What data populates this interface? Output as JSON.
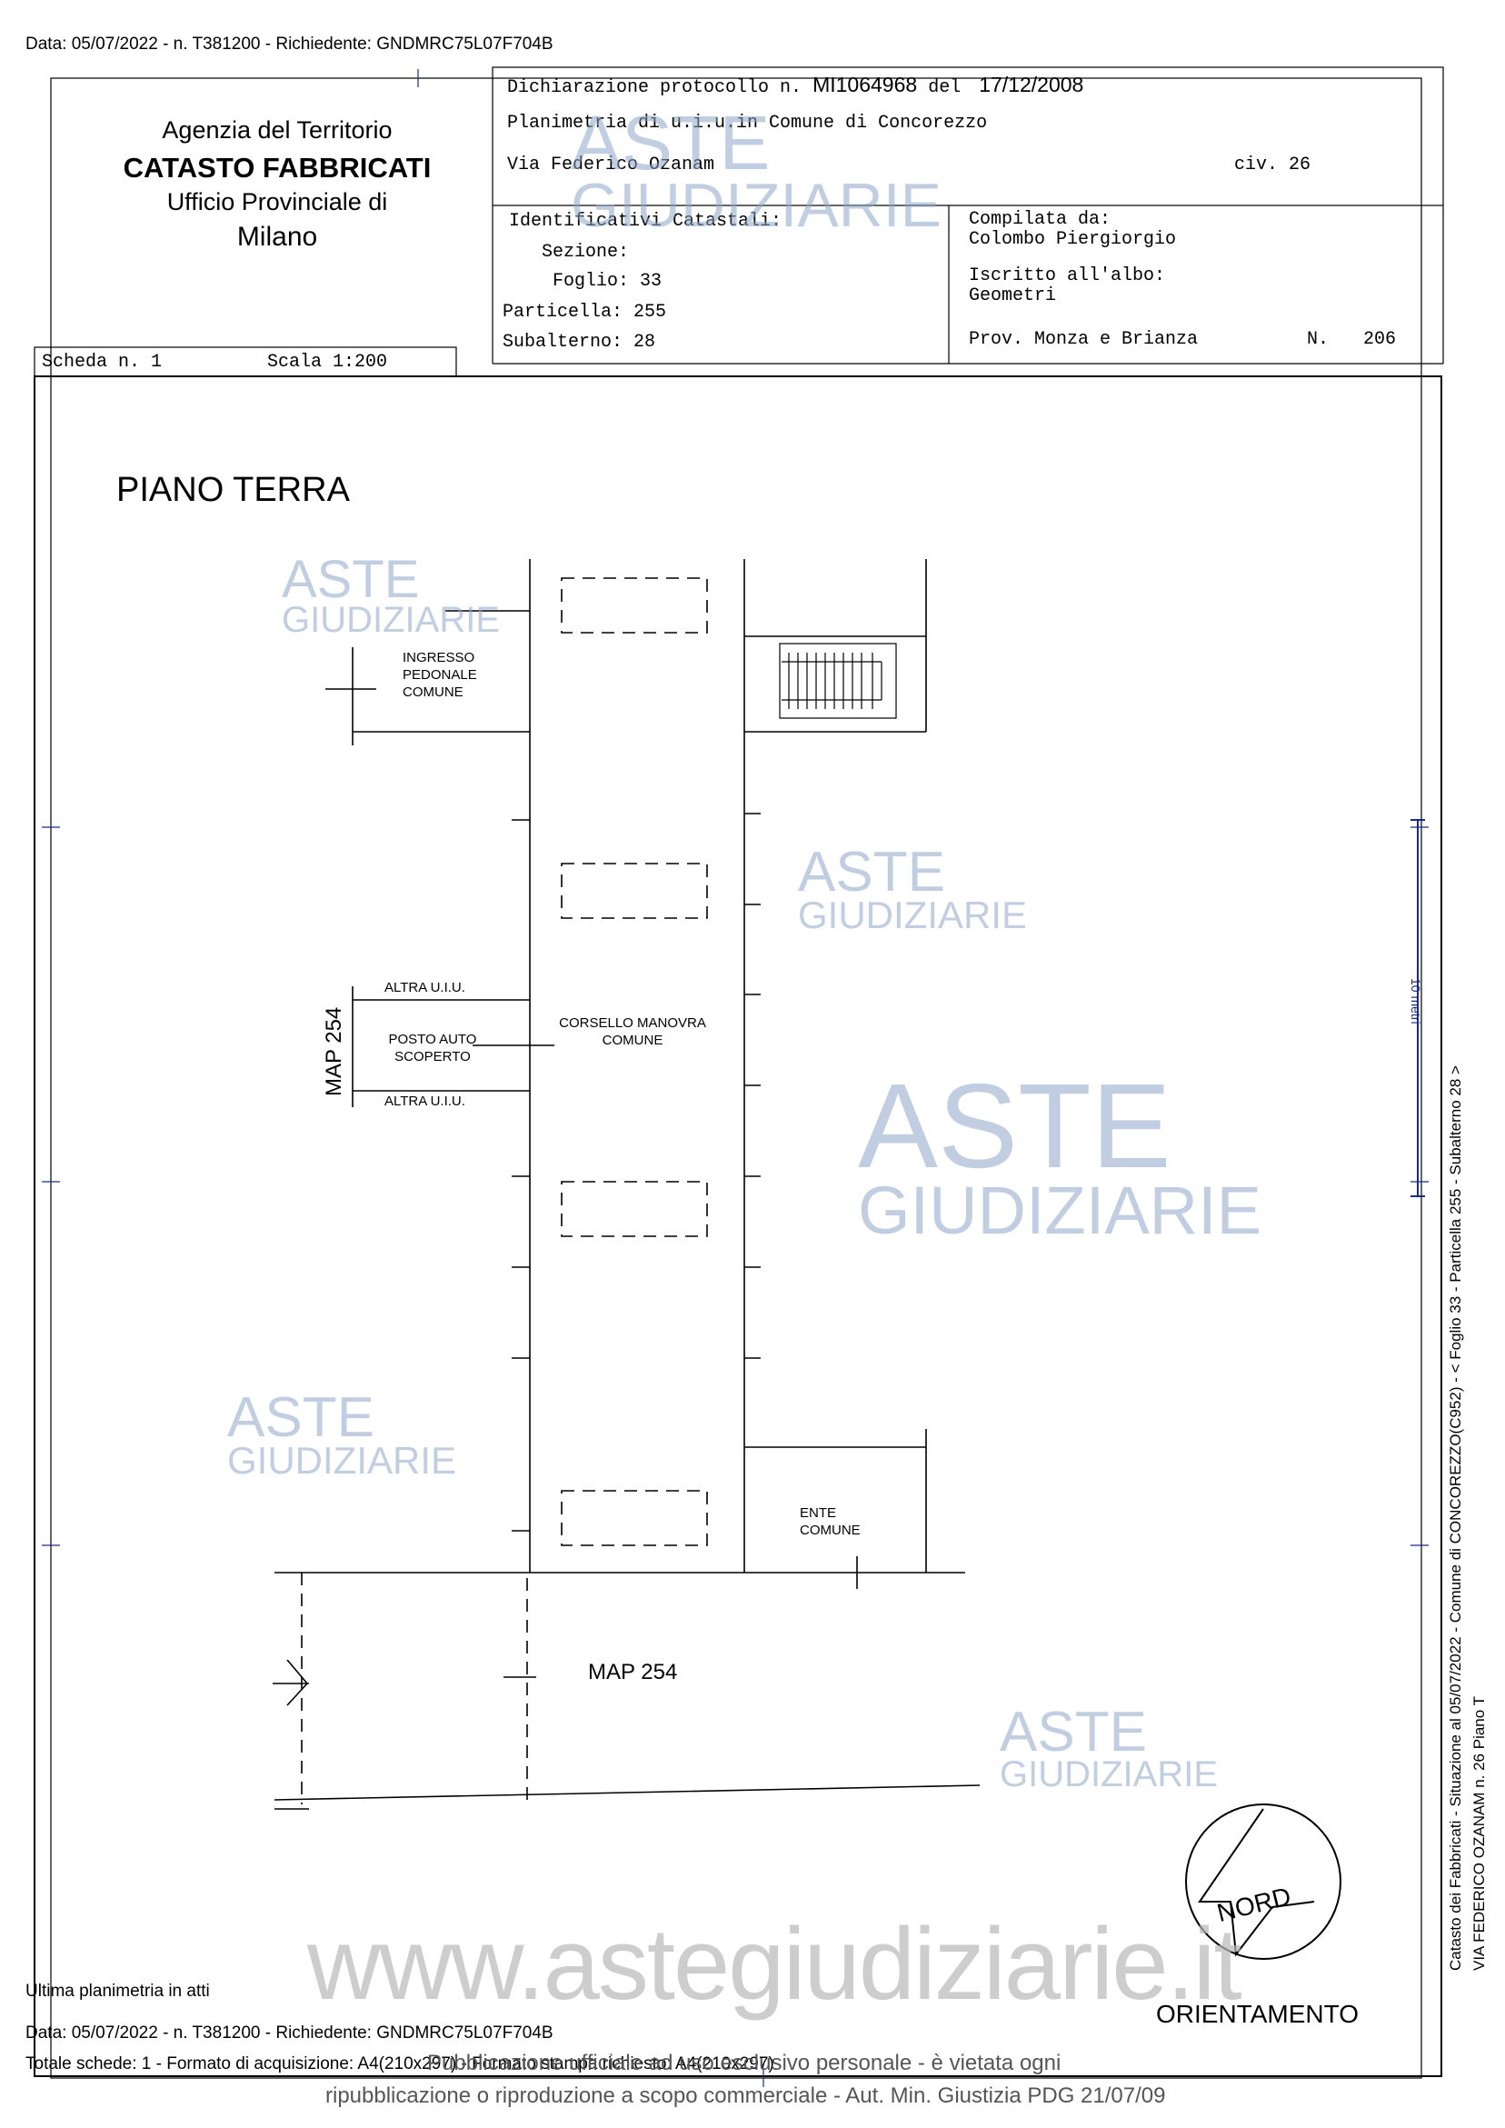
{
  "top_line": "Data: 05/07/2022 - n. T381200 - Richiedente: GNDMRC75L07F704B",
  "agency": {
    "line1": "Agenzia del Territorio",
    "line2": "CATASTO FABBRICATI",
    "line3": "Ufficio Provinciale di",
    "line4": "Milano"
  },
  "protocol": {
    "label": "Dichiarazione protocollo n.",
    "number": "MI1064968",
    "del": "del",
    "date": "17/12/2008"
  },
  "planimetria": "Planimetria di u.i.u.in Comune di Concorezzo",
  "address": {
    "street": "Via Federico Ozanam",
    "civ": "civ. 26"
  },
  "identificativi": {
    "title": "Identificativi Catastali:",
    "sezione": "Sezione:",
    "foglio": "Foglio: 33",
    "particella": "Particella: 255",
    "subalterno": "Subalterno: 28"
  },
  "compilata": {
    "label": "Compilata da:",
    "name": "Colombo Piergiorgio",
    "albo_label": "Iscritto all'albo:",
    "albo": "Geometri",
    "prov": "Prov. Monza e Brianza",
    "n_label": "N.",
    "n_value": "206"
  },
  "scheda": "Scheda n. 1",
  "scala": "Scala 1:200",
  "plan": {
    "floor_title": "PIANO TERRA",
    "ingresso": [
      "INGRESSO",
      "PEDONALE",
      "COMUNE"
    ],
    "altra_uiu_top": "ALTRA U.I.U.",
    "altra_uiu_bottom": "ALTRA U.I.U.",
    "posto_auto": [
      "POSTO AUTO",
      "SCOPERTO"
    ],
    "corsello": [
      "CORSELLO MANOVRA",
      "COMUNE"
    ],
    "map_vertical": "MAP 254",
    "map_horizontal": "MAP 254",
    "ente": [
      "ENTE",
      "COMUNE"
    ],
    "nord": "NORD",
    "orientamento": "ORIENTAMENTO",
    "scale_bar": "10 metri"
  },
  "side_text_1": "Catasto dei Fabbricati - Situazione al 05/07/2022 - Comune di CONCOREZZO(C952) - < Foglio 33 - Particella 255 - Subalterno 28 >",
  "side_text_2": "VIA FEDERICO OZANAM n. 26 Piano T",
  "watermark": {
    "brand1": "ASTE",
    "brand2": "GIUDIZIARIE",
    "url": "www.astegiudiziarie.it"
  },
  "footer": {
    "ultima": "Ultima planimetria in atti",
    "data_line": "Data: 05/07/2022 - n. T381200 - Richiedente: GNDMRC75L07F704B",
    "totale": "Totale schede: 1 - Formato di acquisizione: A4(210x297) - Formato stampa richiesto: A4(210x297)",
    "notice1": "Pubblicazione ufficiale ad uso esclusivo personale - è vietata ogni",
    "notice2": "ripubblicazione o riproduzione a scopo commerciale - Aut. Min. Giustizia PDG 21/07/09"
  }
}
